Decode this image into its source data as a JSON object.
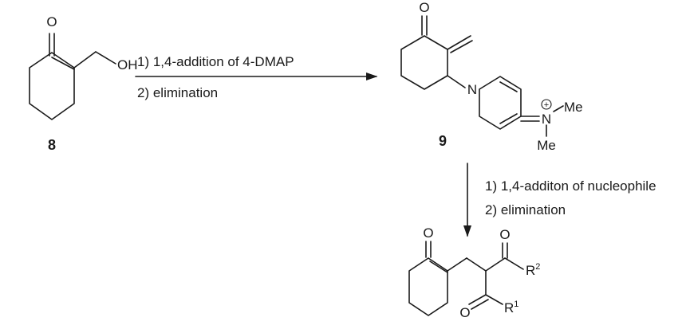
{
  "compounds": {
    "c8": {
      "number": "8",
      "atom_o": "O",
      "atom_oh": "OH"
    },
    "c9": {
      "number": "9",
      "atom_o": "O",
      "atom_n_ring": "N",
      "atom_n": "N",
      "charge": "+",
      "me_top": "Me",
      "me_bottom": "Me"
    },
    "product": {
      "atom_o1": "O",
      "atom_o2": "O",
      "atom_o3": "O",
      "r2": "R",
      "r2_sup": "2",
      "r1": "R",
      "r1_sup": "1"
    }
  },
  "arrows": {
    "step1": {
      "line1": "1) 1,4-addition of 4-DMAP",
      "line2": "2) elimination"
    },
    "step2": {
      "line1": "1) 1,4-additon of nucleophile",
      "line2": "2) elimination"
    }
  },
  "colors": {
    "ink": "#1a1a1a",
    "background": "#ffffff"
  }
}
